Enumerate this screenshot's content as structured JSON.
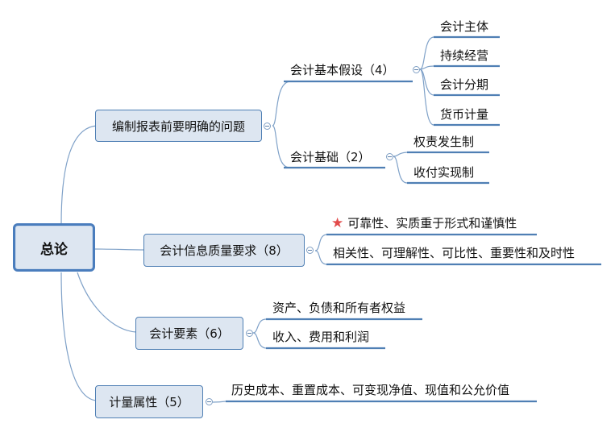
{
  "root": {
    "label": "总论"
  },
  "branches": [
    {
      "label": "编制报表前要明确的问题",
      "children": [
        {
          "label": "会计基本假设（4）",
          "children": [
            "会计主体",
            "持续经营",
            "会计分期",
            "货币计量"
          ]
        },
        {
          "label": "会计基础（2）",
          "children": [
            "权责发生制",
            "收付实现制"
          ]
        }
      ]
    },
    {
      "label": "会计信息质量要求（8）",
      "children": [
        {
          "label": "可靠性、实质重于形式和谨慎性",
          "icon": "star-icon"
        },
        {
          "label": "相关性、可理解性、可比性、重要性和及时性"
        }
      ]
    },
    {
      "label": "会计要素（6）",
      "children": [
        {
          "label": "资产、负债和所有者权益"
        },
        {
          "label": "收入、费用和利润"
        }
      ]
    },
    {
      "label": "计量属性（5）",
      "children": [
        {
          "label": "历史成本、重置成本、可变现净值、现值和公允价值"
        }
      ]
    }
  ],
  "colors": {
    "line": "#4f7fb4",
    "node_fill": "#dde6f1",
    "star": "#e24b4b"
  }
}
